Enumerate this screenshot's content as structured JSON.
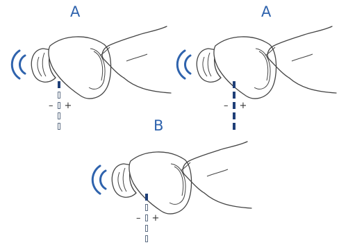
{
  "colors": {
    "accent": "#2f63ad",
    "level_on": "#1f3f78",
    "line": "#444444"
  },
  "panels": [
    {
      "letter": "A",
      "level_text": {
        "minus": "–",
        "plus": "+"
      },
      "levels_on": 1,
      "levels_total": 5,
      "icon": "sound-waves-icon"
    },
    {
      "letter": "A",
      "level_text": {
        "minus": "–",
        "plus": "+"
      },
      "levels_on": 5,
      "levels_total": 5,
      "icon": "sound-waves-icon"
    },
    {
      "letter": "B",
      "level_text": {
        "minus": "–",
        "plus": "+"
      },
      "levels_on": 1,
      "levels_total": 5,
      "icon": "sound-waves-icon"
    }
  ]
}
